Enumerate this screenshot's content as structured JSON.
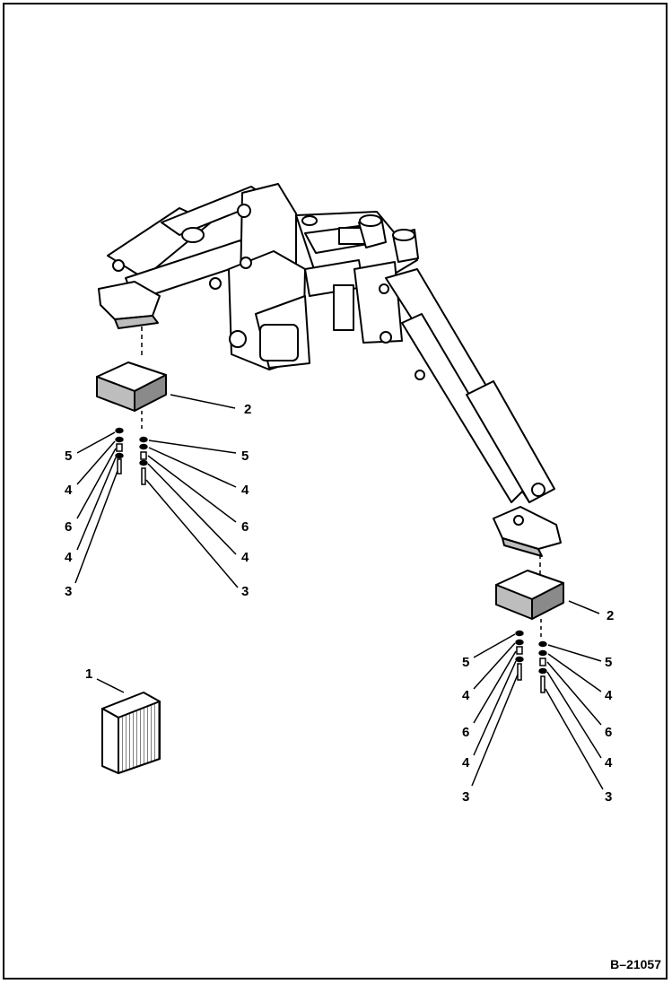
{
  "drawing": {
    "reference": "B–21057",
    "callouts": {
      "kit": "1",
      "left_pad": "2",
      "right_pad": "2",
      "left_a": [
        "5",
        "4",
        "6",
        "4",
        "3"
      ],
      "left_b": [
        "5",
        "4",
        "6",
        "4",
        "3"
      ],
      "right_a": [
        "5",
        "4",
        "6",
        "4",
        "3"
      ],
      "right_b": [
        "5",
        "4",
        "6",
        "4",
        "3"
      ]
    }
  },
  "colors": {
    "ink": "#000000",
    "paper": "#ffffff",
    "shade": "#bdbdbd"
  }
}
